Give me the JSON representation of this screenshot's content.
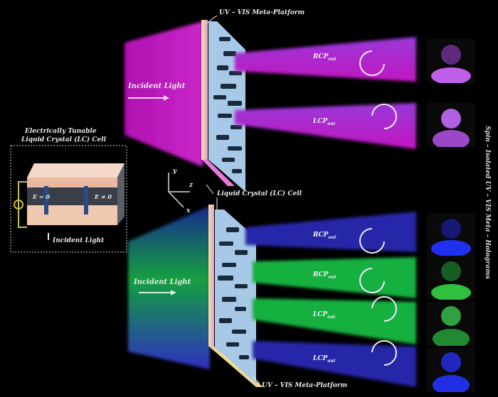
{
  "figure": {
    "vertical_title": "Spin – Isolated UV – VIS Meta – Holograms",
    "top_panel": {
      "platform_label": "UV – VIS Meta-Platform",
      "incident_label": "Incident Light",
      "color": "#c020c8",
      "beams": [
        {
          "label": "RCP",
          "sub": "out",
          "color": "#b030d0"
        },
        {
          "label": "LCP",
          "sub": "out",
          "color": "#b030d0"
        }
      ]
    },
    "bottom_panel": {
      "lc_label": "Liquid Crystal (LC) Cell",
      "platform_label": "UV – VIS Meta-Platform",
      "incident_label": "Incident Light",
      "beams": [
        {
          "label": "RCP",
          "sub": "out",
          "color": "#2a2aa8"
        },
        {
          "label": "RCP",
          "sub": "out",
          "color": "#10b040"
        },
        {
          "label": "LCP",
          "sub": "out",
          "color": "#10b040"
        },
        {
          "label": "LCP",
          "sub": "out",
          "color": "#2a2aa8"
        }
      ]
    },
    "inset": {
      "title_line1": "Electrically Tunable",
      "title_line2": "Liquid Crystal (LC) Cell",
      "left_field": "E = 0",
      "right_field": "E ≠ 0",
      "incident_label": "Incident Light"
    },
    "axes": {
      "y": "y",
      "z": "z",
      "x": "x"
    },
    "holograms": [
      {
        "subject": "portrait-1",
        "color": "#b050e0"
      },
      {
        "subject": "portrait-2",
        "color": "#b050e0"
      },
      {
        "subject": "portrait-1",
        "color": "#2030e0"
      },
      {
        "subject": "portrait-1",
        "color": "#30c040"
      },
      {
        "subject": "portrait-2",
        "color": "#30c040"
      },
      {
        "subject": "portrait-2",
        "color": "#2030e0"
      }
    ]
  }
}
